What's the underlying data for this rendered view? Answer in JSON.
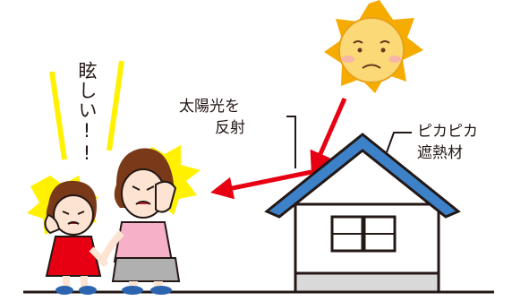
{
  "labels": {
    "reflect_line1": "太陽光を",
    "reflect_line2": "反射",
    "material_line1": "ピカピカ",
    "material_line2": "遮熱材",
    "shout": "眩しい!!"
  },
  "colors": {
    "roof": "#3d82c8",
    "arrow": "#e60012",
    "sun_rays": "#f6ab00",
    "sun_face": "#fbd977",
    "flash": "#fff100",
    "girl_dress": "#e60012",
    "woman_shirt": "#f6b0c8",
    "woman_skirt": "#b0b0b0",
    "shoes": "#2d64b0",
    "house_wall": "#ffffff",
    "ground": "#231815"
  },
  "icons": {
    "sun": "frowning-sun-icon",
    "house": "house-icon",
    "girl": "girl-covering-face-icon",
    "woman": "woman-covering-face-icon"
  }
}
